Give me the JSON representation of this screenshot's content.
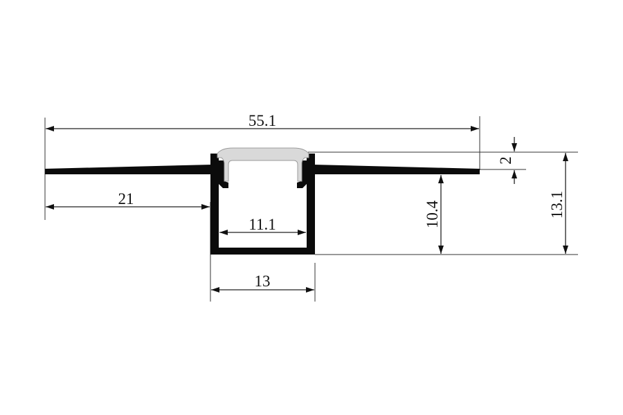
{
  "colors": {
    "profile": "#0b0b0b",
    "diffuser": "#d9d9d9",
    "line": "#222222",
    "background": "#ffffff"
  },
  "dimensions": {
    "overall_width": "55.1",
    "flange_width": "21",
    "inner_width": "11.1",
    "outer_width": "13",
    "inner_height": "10.4",
    "total_height": "13.1",
    "cover_height": "2"
  }
}
